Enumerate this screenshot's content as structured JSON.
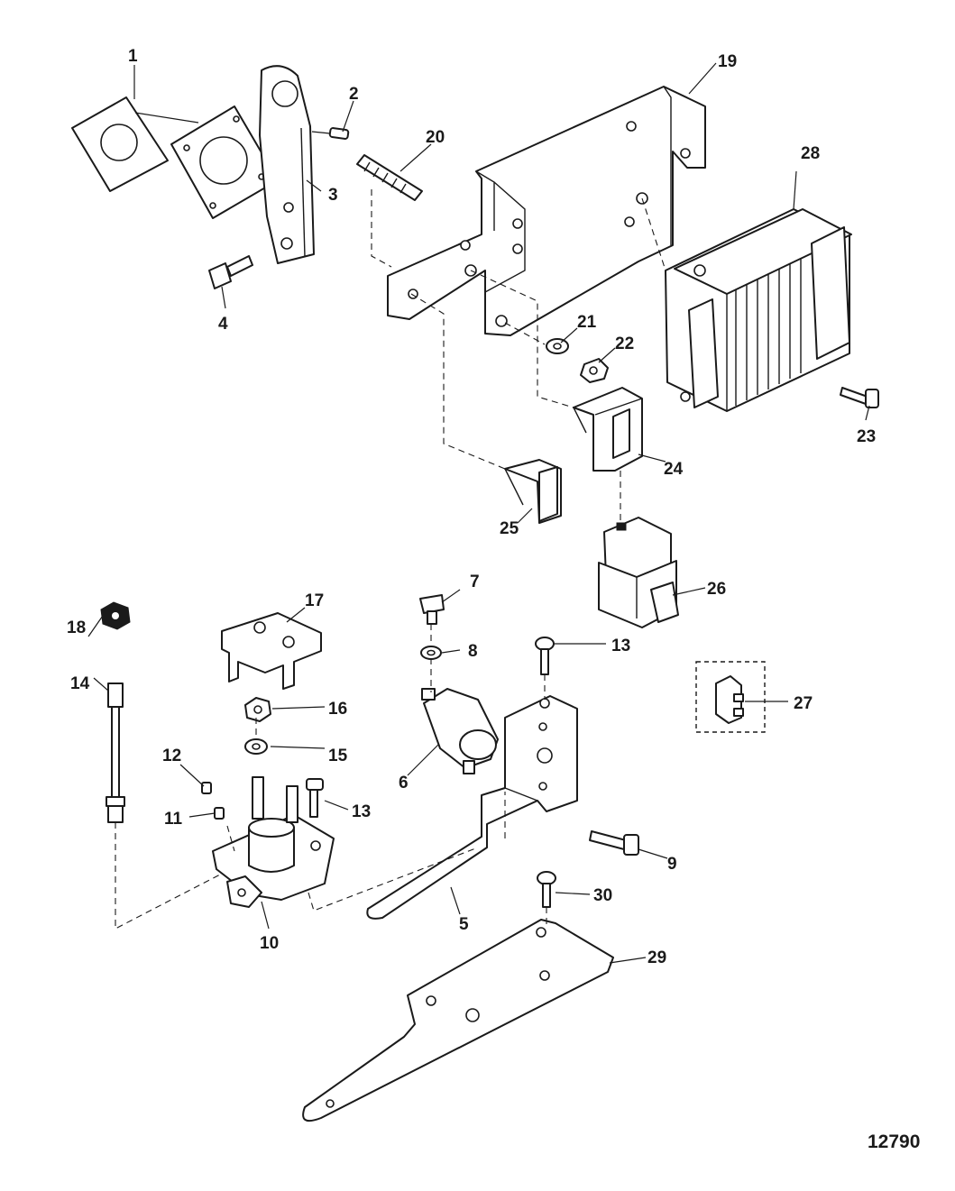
{
  "figure_number": "12790",
  "callouts": [
    {
      "id": "c1",
      "label": "1"
    },
    {
      "id": "c2",
      "label": "2"
    },
    {
      "id": "c3",
      "label": "3"
    },
    {
      "id": "c4",
      "label": "4"
    },
    {
      "id": "c5",
      "label": "5"
    },
    {
      "id": "c6",
      "label": "6"
    },
    {
      "id": "c7",
      "label": "7"
    },
    {
      "id": "c8",
      "label": "8"
    },
    {
      "id": "c9",
      "label": "9"
    },
    {
      "id": "c10",
      "label": "10"
    },
    {
      "id": "c11",
      "label": "11"
    },
    {
      "id": "c12",
      "label": "12"
    },
    {
      "id": "c13a",
      "label": "13"
    },
    {
      "id": "c13b",
      "label": "13"
    },
    {
      "id": "c14",
      "label": "14"
    },
    {
      "id": "c15",
      "label": "15"
    },
    {
      "id": "c16",
      "label": "16"
    },
    {
      "id": "c17",
      "label": "17"
    },
    {
      "id": "c18",
      "label": "18"
    },
    {
      "id": "c19",
      "label": "19"
    },
    {
      "id": "c20",
      "label": "20"
    },
    {
      "id": "c21",
      "label": "21"
    },
    {
      "id": "c22",
      "label": "22"
    },
    {
      "id": "c23",
      "label": "23"
    },
    {
      "id": "c24",
      "label": "24"
    },
    {
      "id": "c25",
      "label": "25"
    },
    {
      "id": "c26",
      "label": "26"
    },
    {
      "id": "c27",
      "label": "27"
    },
    {
      "id": "c28",
      "label": "28"
    },
    {
      "id": "c29",
      "label": "29"
    },
    {
      "id": "c30",
      "label": "30"
    }
  ]
}
